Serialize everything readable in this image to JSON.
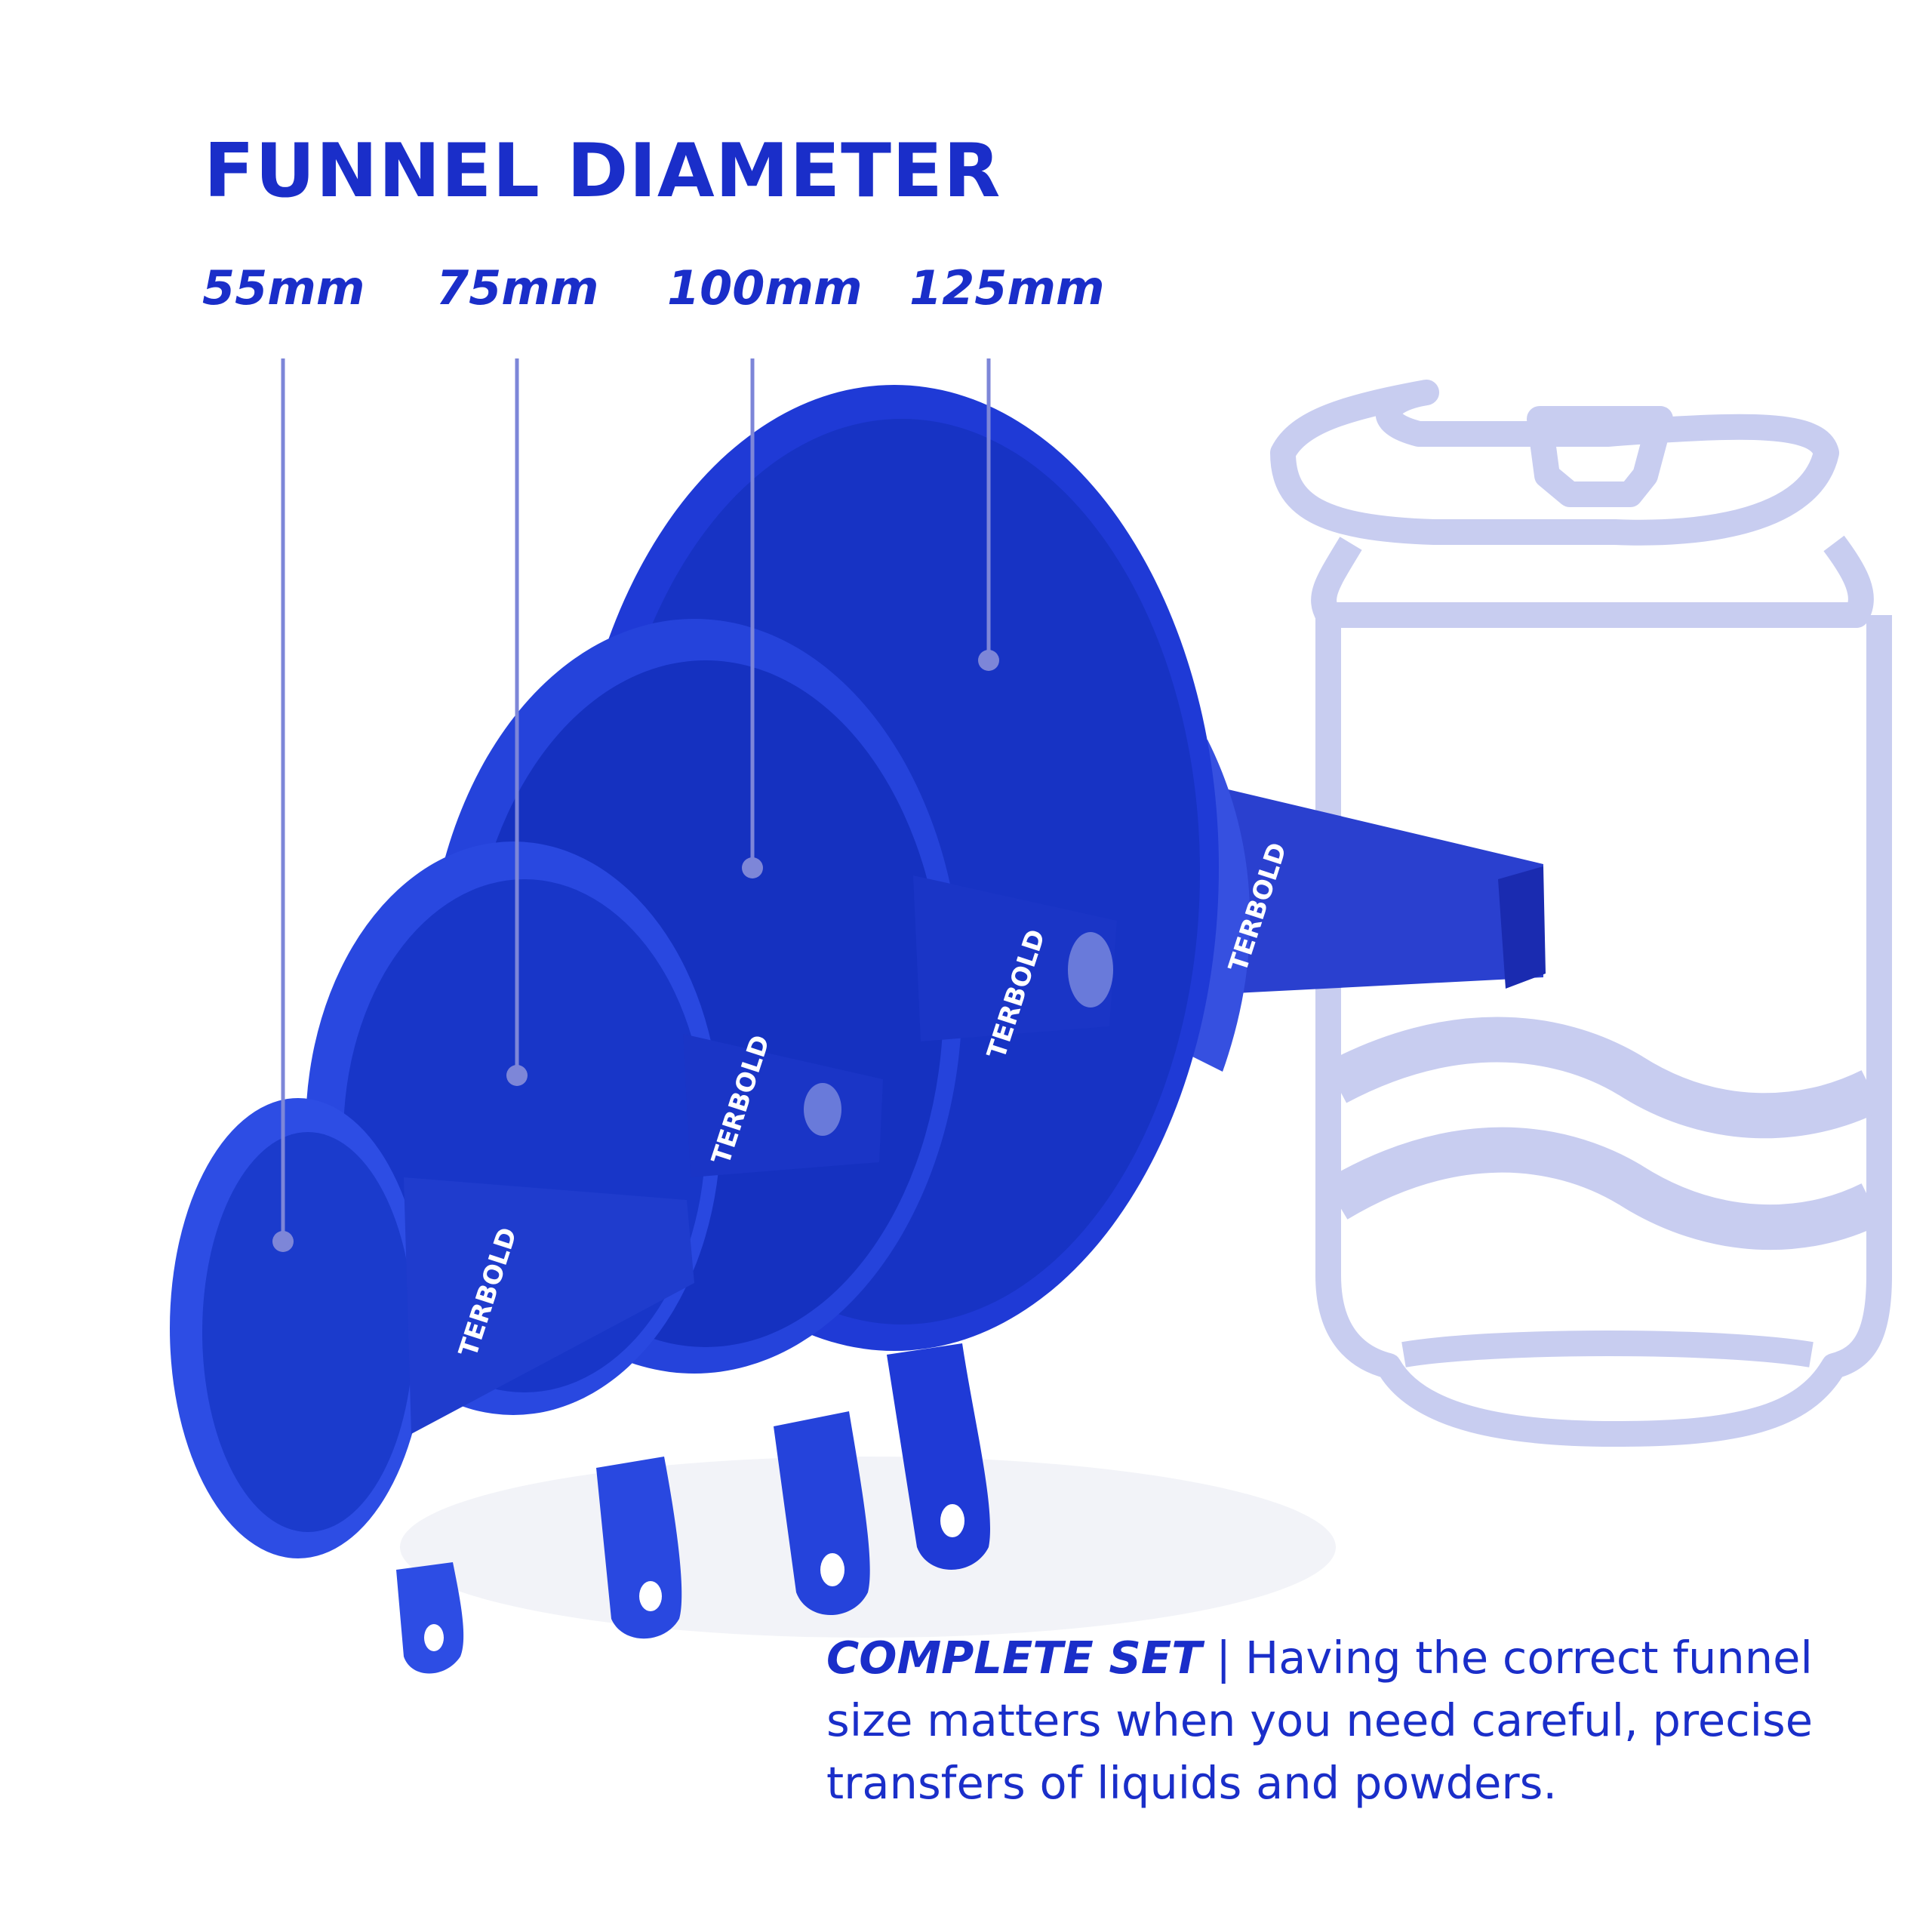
{
  "heading": "FUNNEL DIAMETER",
  "sizes": [
    "55mm",
    "75mm",
    "100mm",
    "125mm"
  ],
  "brand": "TERBOLD",
  "caption": {
    "lead": "COMPLETE SET",
    "separator": "|",
    "body": "Having the correct funnel size matters when you need careful, precise transfers of liquids and powders."
  },
  "colors": {
    "accent": "#1a2ec9",
    "funnel": "#1f3ad6",
    "can_outline": "#c8cdf0",
    "leader_line": "#7d86d8"
  }
}
